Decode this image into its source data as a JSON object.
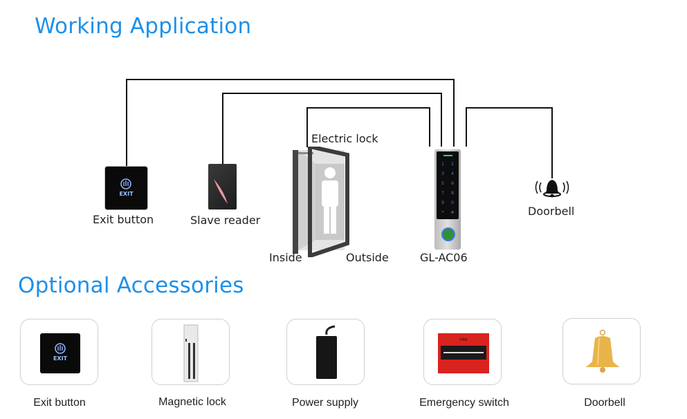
{
  "sections": {
    "working_title": "Working Application",
    "optional_title": "Optional Accessories"
  },
  "diagram": {
    "devices": {
      "exit_button": {
        "label": "Exit button",
        "icon_text": "EXIT"
      },
      "slave_reader": {
        "label": "Slave reader"
      },
      "electric_lock": {
        "label": "Electric lock"
      },
      "door_inside": {
        "label": "Inside"
      },
      "door_outside": {
        "label": "Outside"
      },
      "controller": {
        "label": "GL-AC06",
        "keypad_keys": [
          "1",
          "2",
          "3",
          "4",
          "5",
          "6",
          "7",
          "8",
          "9",
          "0",
          "*",
          "#"
        ]
      },
      "doorbell": {
        "label": "Doorbell"
      }
    }
  },
  "accessories": [
    {
      "label": "Exit button",
      "icon": "exit-button-icon",
      "icon_text": "EXIT"
    },
    {
      "label": "Magnetic lock",
      "icon": "magnetic-lock-icon"
    },
    {
      "label": "Power supply",
      "icon": "power-supply-icon"
    },
    {
      "label": "Emergency switch",
      "icon": "emergency-switch-icon",
      "icon_text": "FIRE"
    },
    {
      "label": "Doorbell",
      "icon": "bell-icon"
    }
  ],
  "colors": {
    "title_blue": "#1e90e8",
    "wire": "#111111",
    "keypad_glow": "#4a7fd6",
    "status_led": "#39d353",
    "bell_gold": "#e8b44a",
    "alarm_red": "#d9231f"
  }
}
